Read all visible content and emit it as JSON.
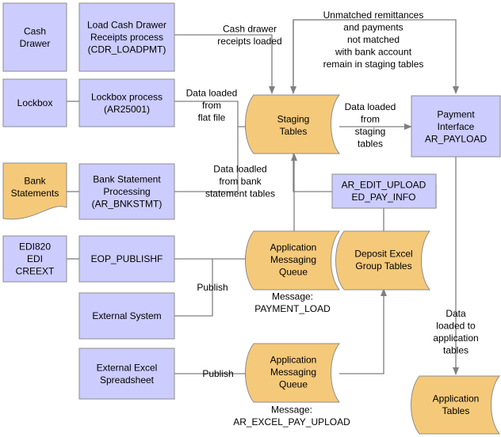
{
  "nodes": {
    "cash_drawer": [
      "Cash",
      "Drawer"
    ],
    "load_cdr": [
      "Load Cash Drawer",
      "Receipts process",
      "(CDR_LOADPMT)"
    ],
    "lockbox": [
      "Lockbox"
    ],
    "lockbox_proc": [
      "Lockbox process",
      "(AR25001)"
    ],
    "staging": [
      "Staging",
      "Tables"
    ],
    "payment_interface": [
      "Payment",
      "Interface",
      "AR_PAYLOAD"
    ],
    "bank_statements": [
      "Bank",
      "Statements"
    ],
    "bank_proc": [
      "Bank Statement",
      "Processing",
      "(AR_BNKSTMT)"
    ],
    "ar_edit": [
      "AR_EDIT_UPLOAD",
      "ED_PAY_INFO"
    ],
    "edi": [
      "EDI820",
      "EDI",
      "CREEXT"
    ],
    "eop": [
      "EOP_PUBLISHF"
    ],
    "amq1": [
      "Application",
      "Messaging",
      "Queue"
    ],
    "deposit_excel": [
      "Deposit Excel",
      "Group Tables"
    ],
    "external_system": [
      "External System"
    ],
    "external_excel": [
      "External Excel",
      "Spreadsheet"
    ],
    "amq2": [
      "Application",
      "Messaging",
      "Queue"
    ],
    "app_tables": [
      "Application",
      "Tables"
    ]
  },
  "labels": {
    "cash_drawer_loaded": [
      "Cash drawer",
      "receipts loaded"
    ],
    "unmatched": [
      "Unmatched remittances",
      "and payments",
      "not matched",
      "with bank account",
      "remain in staging tables"
    ],
    "flat_file": [
      "Data loaded",
      "from",
      "flat file"
    ],
    "from_staging": [
      "Data loaded",
      "from",
      "staging",
      "tables"
    ],
    "from_bank": [
      "Data loadled",
      "from bank",
      "statement tables"
    ],
    "publish1": [
      "Publish"
    ],
    "msg_payment": [
      "Message:",
      "PAYMENT_LOAD"
    ],
    "publish2": [
      "Publish"
    ],
    "msg_excel": [
      "Message:",
      "AR_EXCEL_PAY_UPLOAD"
    ],
    "to_app": [
      "Data",
      "loaded to",
      "application",
      "tables"
    ]
  }
}
